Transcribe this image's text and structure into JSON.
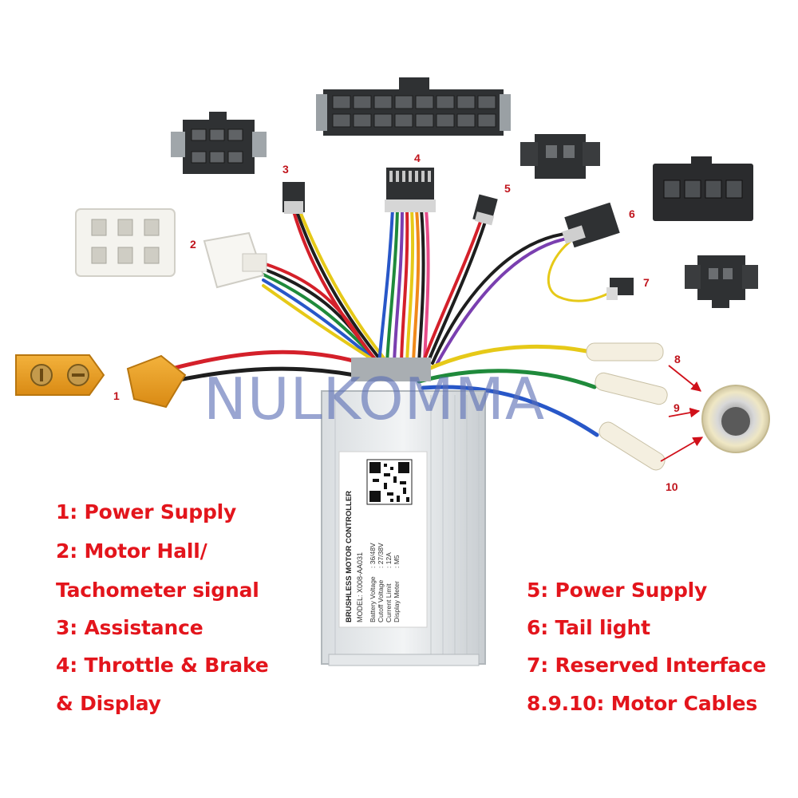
{
  "watermark": "NULKOMMA",
  "callouts": {
    "c1": "1",
    "c2": "2",
    "c3": "3",
    "c4": "4",
    "c5": "5",
    "c6": "6",
    "c7": "7",
    "c8": "8",
    "c9": "9",
    "c10": "10"
  },
  "legend_left": [
    "1: Power Supply",
    "2: Motor Hall/",
    "Tachometer signal",
    "3: Assistance",
    "4: Throttle & Brake",
    "& Display"
  ],
  "legend_right": [
    "5: Power Supply",
    "6: Tail light",
    "7: Reserved Interface",
    "8.9.10: Motor Cables"
  ],
  "controller_label": {
    "title": "BRUSHLESS MOTOR CONTROLLER",
    "model": "MODEL: X008-AA031",
    "spec_names": [
      "Battery Voltage",
      "Cutoff Voltage",
      "Current Limit",
      "Display Meter"
    ],
    "spec_values": [
      ": 36/48V",
      ": 27/38V",
      ": 12A",
      ": M5"
    ]
  },
  "colors": {
    "legend": "#e3151c",
    "callout": "#c0141c",
    "watermark": "#5b6fb5"
  }
}
